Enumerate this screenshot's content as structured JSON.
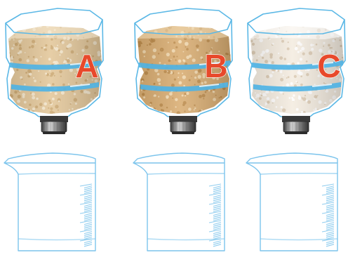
{
  "setups": [
    {
      "label": "A",
      "soil": "sandy",
      "colors": {
        "soil": "#e3c79a",
        "speck": "#f6ead2",
        "dark": "#c9a56d"
      }
    },
    {
      "label": "B",
      "soil": "loam",
      "colors": {
        "soil": "#d9ad72",
        "speck": "#f3ddb6",
        "dark": "#b88746"
      }
    },
    {
      "label": "C",
      "soil": "gravel",
      "colors": {
        "soil": "#f4ece0",
        "speck": "#ffffff",
        "dark": "#d7c6ab"
      }
    }
  ],
  "colors": {
    "outline": "#5bb8e6",
    "band": "#4cb3e6",
    "beaker": "#7cc4ec",
    "cap": "#5a5a5a",
    "label": "#e8492b"
  },
  "icons": [
    "inverted-bottle-icon",
    "measuring-beaker-icon"
  ]
}
